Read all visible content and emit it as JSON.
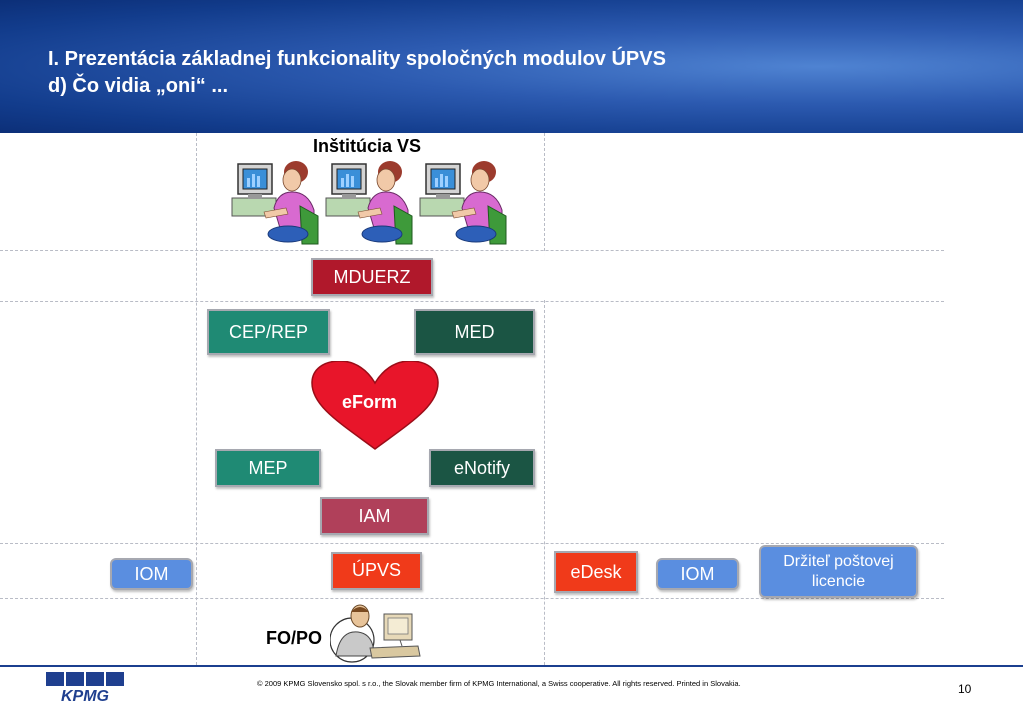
{
  "header": {
    "title_line1": "I. Prezentácia základnej funkcionality spoločných modulov ÚPVS",
    "title_line2": "d) Čo vidia „oni“ ..."
  },
  "institution_label": "Inštitúcia VS",
  "modules": {
    "mduerz": "MDUERZ",
    "cep_rep": "CEP/REP",
    "med": "MED",
    "eform": "eForm",
    "mep": "MEP",
    "enotify": "eNotify",
    "iam": "IAM",
    "upvs": "ÚPVS",
    "edesk": "eDesk",
    "iom_left": "IOM",
    "iom_right": "IOM",
    "postal_line1": "Držiteľ poštovej",
    "postal_line2": "licencie"
  },
  "fo_po_label": "FO/PO",
  "footer": {
    "copyright": "© 2009 KPMG Slovensko spol. s r.o., the Slovak member firm of KPMG International, a Swiss cooperative. All rights reserved. Printed in Slovakia.",
    "page_number": "10",
    "logo_text": "KPMG"
  },
  "colors": {
    "header_blue": "#1e4a9e",
    "mduerz_red": "#b0182b",
    "teal": "#1f8a74",
    "dark_green": "#1b5544",
    "heart_red": "#e8152a",
    "iam_pink": "#b0405a",
    "orange_red": "#f03a1a",
    "light_blue": "#5a8ee0"
  }
}
